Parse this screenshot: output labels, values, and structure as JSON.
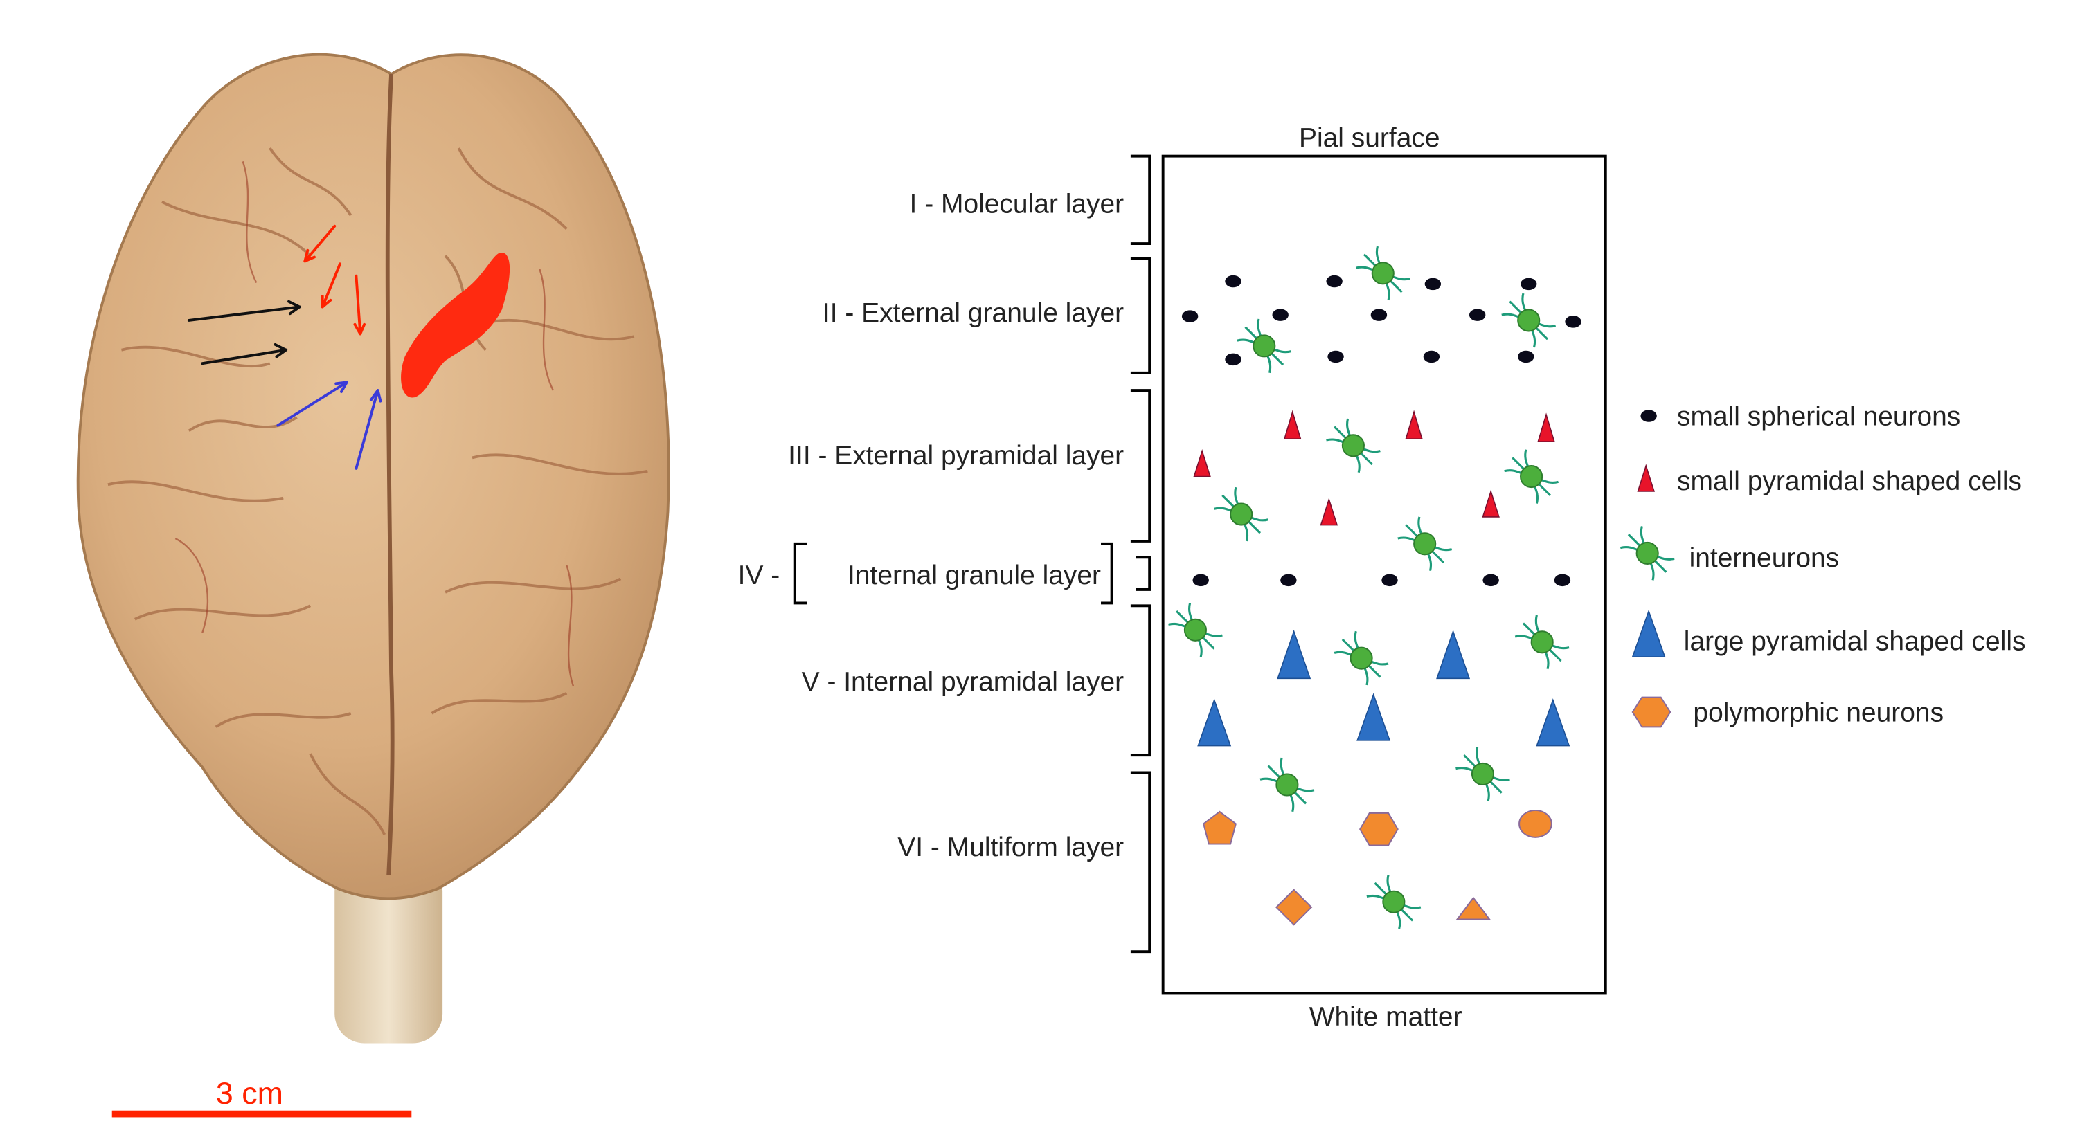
{
  "scale_bar": {
    "label": "3 cm"
  },
  "layer_diagram": {
    "top_label": "Pial surface",
    "bottom_label": "White matter",
    "layers": [
      "I - Molecular layer",
      "II - External granule layer",
      "III - External pyramidal layer",
      "IV -",
      "Internal granule layer",
      "V - Internal pyramidal layer",
      "VI - Multiform layer"
    ]
  },
  "legend": {
    "items": [
      {
        "label": "small spherical neurons",
        "icon": "black-dot-icon"
      },
      {
        "label": "small pyramidal shaped cells",
        "icon": "red-triangle-icon"
      },
      {
        "label": "interneurons",
        "icon": "green-interneuron-icon"
      },
      {
        "label": "large pyramidal shaped cells",
        "icon": "blue-triangle-icon"
      },
      {
        "label": "polymorphic neurons",
        "icon": "orange-hexagon-icon"
      }
    ]
  },
  "colors": {
    "annotation_red": "#ff2200",
    "lesion_red": "#ff2a10",
    "arrow_black": "#111111",
    "arrow_blue": "#3a3ad8",
    "neuron_black": "#0a0a1a",
    "small_pyramid_red": "#e8142a",
    "interneuron_green": "#4caf3c",
    "interneuron_dendrite": "#1e9c7a",
    "large_pyramid_blue": "#2c6fc4",
    "polymorphic_orange": "#f28a2e"
  }
}
